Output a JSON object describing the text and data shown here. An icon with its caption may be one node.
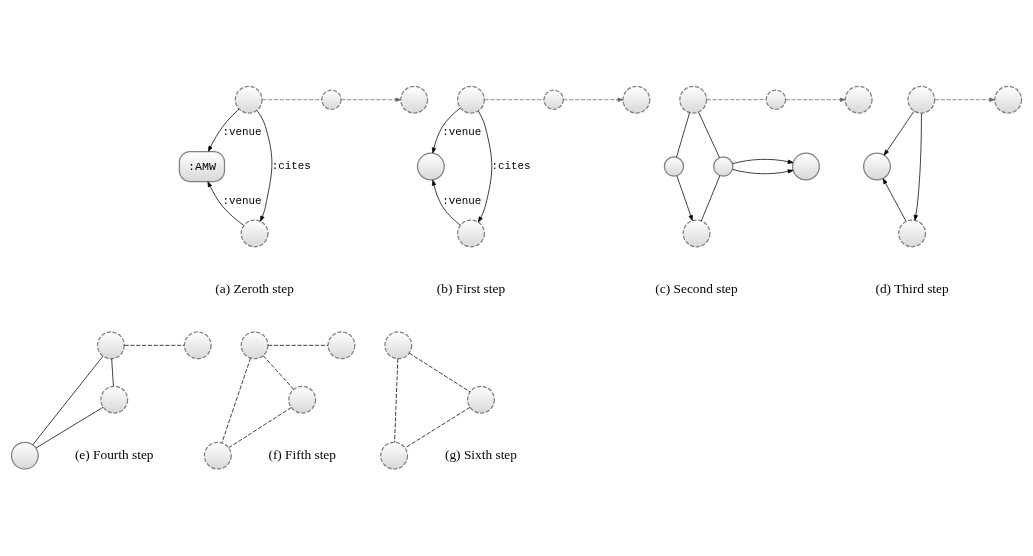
{
  "diagram": {
    "nodes": [
      {
        "text": [],
        "shape": "circle"
      },
      {
        "text": [],
        "shape": "circle"
      },
      {
        "text": [],
        "shape": "circle"
      },
      {
        "text": [
          ":AMW"
        ]
      },
      {
        "text": [],
        "shape": "circle"
      },
      {
        "text": [],
        "shape": "circle"
      },
      {
        "text": [],
        "shape": "circle"
      },
      {
        "text": [],
        "shape": "circle"
      },
      {
        "text": [],
        "shape": "circle"
      },
      {
        "text": [],
        "shape": "circle"
      },
      {
        "text": [],
        "shape": "circle"
      },
      {
        "text": [],
        "shape": "circle"
      },
      {
        "text": [],
        "shape": "circle"
      },
      {
        "text": [],
        "shape": "circle"
      },
      {
        "text": [],
        "shape": "circle"
      },
      {
        "text": [],
        "shape": "circle"
      },
      {
        "text": [],
        "shape": "circle"
      },
      {
        "text": [],
        "shape": "circle"
      },
      {
        "text": [],
        "shape": "circle"
      },
      {
        "text": [],
        "shape": "circle"
      },
      {
        "text": [],
        "shape": "circle"
      },
      {
        "text": [],
        "shape": "circle"
      },
      {
        "text": [],
        "shape": "circle"
      },
      {
        "text": [],
        "shape": "circle"
      },
      {
        "text": [],
        "shape": "circle"
      },
      {
        "text": [],
        "shape": "circle"
      },
      {
        "text": [],
        "shape": "circle"
      },
      {
        "text": [],
        "shape": "circle"
      },
      {
        "text": [],
        "shape": "circle"
      },
      {
        "text": [],
        "shape": "circle"
      },
      {
        "text": [],
        "shape": "circle"
      },
      {
        "text": [],
        "shape": "circle"
      }
    ],
    "edges": [
      {
        "from": 0,
        "to": 1,
        "arrow": "none",
        "style": "dashed",
        "color": "#666666"
      },
      {
        "from": 1,
        "to": 2,
        "arrow": "to",
        "style": "dashed",
        "color": "#666666"
      },
      {
        "from": 0,
        "to": 3,
        "arrow": "to",
        "label": ":venue"
      },
      {
        "from": 0,
        "to": 4,
        "arrow": "to",
        "label": ":cites"
      },
      {
        "from": 4,
        "to": 3,
        "arrow": "to",
        "label": ":venue"
      },
      {
        "from": 5,
        "to": 6,
        "arrow": "none",
        "style": "dashed",
        "color": "#666666"
      },
      {
        "from": 6,
        "to": 7,
        "arrow": "to",
        "style": "dashed",
        "color": "#666666"
      },
      {
        "from": 5,
        "to": 8,
        "arrow": "to",
        "label": ":venue"
      },
      {
        "from": 5,
        "to": 9,
        "arrow": "to",
        "label": ":cites"
      },
      {
        "from": 9,
        "to": 8,
        "arrow": "to",
        "label": ":venue"
      },
      {
        "from": 10,
        "to": 11,
        "arrow": "none",
        "style": "dashed",
        "color": "#666666"
      },
      {
        "from": 11,
        "to": 12,
        "arrow": "to",
        "style": "dashed",
        "color": "#666666"
      },
      {
        "from": 10,
        "to": 13,
        "arrow": "none"
      },
      {
        "from": 13,
        "to": 16,
        "arrow": "to"
      },
      {
        "from": 10,
        "to": 14,
        "arrow": "none"
      },
      {
        "from": 16,
        "to": 14,
        "arrow": "none"
      },
      {
        "from": 14,
        "to": 15,
        "arrow": "to"
      },
      {
        "from": 14,
        "to": 15,
        "arrow": "to"
      },
      {
        "from": 17,
        "to": 18,
        "arrow": "to",
        "style": "dashed",
        "color": "#666666"
      },
      {
        "from": 17,
        "to": 19,
        "arrow": "to"
      },
      {
        "from": 17,
        "to": 20,
        "arrow": "to"
      },
      {
        "from": 20,
        "to": 19,
        "arrow": "to"
      },
      {
        "from": 21,
        "to": 22,
        "arrow": "none",
        "style": "dashed"
      },
      {
        "from": 21,
        "to": 23,
        "arrow": "none"
      },
      {
        "from": 21,
        "to": 24,
        "arrow": "none"
      },
      {
        "from": 24,
        "to": 23,
        "arrow": "none"
      },
      {
        "from": 25,
        "to": 26,
        "arrow": "none",
        "style": "dashed"
      },
      {
        "from": 25,
        "to": 27,
        "arrow": "none",
        "style": "dashed"
      },
      {
        "from": 25,
        "to": 28,
        "arrow": "none",
        "style": "dashed"
      },
      {
        "from": 28,
        "to": 27,
        "arrow": "none",
        "style": "dashed"
      },
      {
        "from": 29,
        "to": 30,
        "arrow": "none",
        "style": "dashed"
      },
      {
        "from": 29,
        "to": 31,
        "arrow": "none",
        "style": "dashed"
      },
      {
        "from": 31,
        "to": 30,
        "arrow": "none",
        "style": "dashed"
      }
    ],
    "labels": [
      "(a) Zeroth step",
      "(b) First step",
      "(c) Second step",
      "(d) Third step",
      "(e) Fourth step",
      "(f) Fifth step",
      "(g) Sixth step"
    ]
  }
}
